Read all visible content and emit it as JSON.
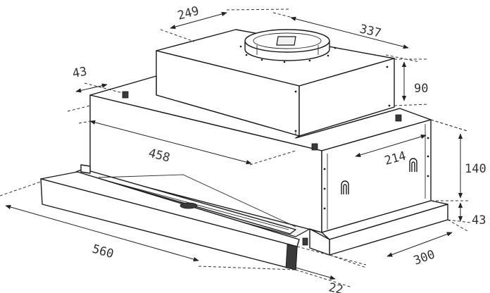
{
  "dimensions": {
    "d249": "249",
    "d337": "337",
    "d43_top": "43",
    "d90": "90",
    "d458": "458",
    "d214": "214",
    "d140": "140",
    "d43_side": "43",
    "d560": "560",
    "d300": "300",
    "d22": "22"
  },
  "colors": {
    "line": "#1a1a1a",
    "text": "#333333",
    "background": "#ffffff"
  }
}
